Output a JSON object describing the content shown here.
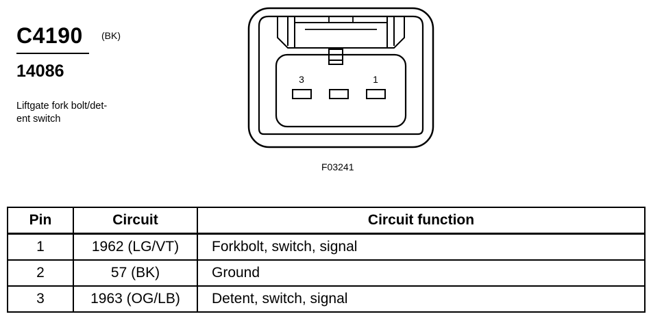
{
  "connector": {
    "id": "C4190",
    "color": "(BK)",
    "part_number": "14086",
    "description": "Liftgate fork bolt/det-ent switch",
    "description_lines": [
      "Liftgate fork bolt/det-",
      "ent switch"
    ]
  },
  "figure": {
    "id": "F03241",
    "pin_labels": [
      "3",
      "1"
    ]
  },
  "table": {
    "headers": [
      "Pin",
      "Circuit",
      "Circuit function"
    ],
    "rows": [
      {
        "pin": "1",
        "circuit": "1962 (LG/VT)",
        "function": "Forkbolt, switch, signal"
      },
      {
        "pin": "2",
        "circuit": "57 (BK)",
        "function": "Ground"
      },
      {
        "pin": "3",
        "circuit": "1963 (OG/LB)",
        "function": "Detent, switch, signal"
      }
    ]
  }
}
